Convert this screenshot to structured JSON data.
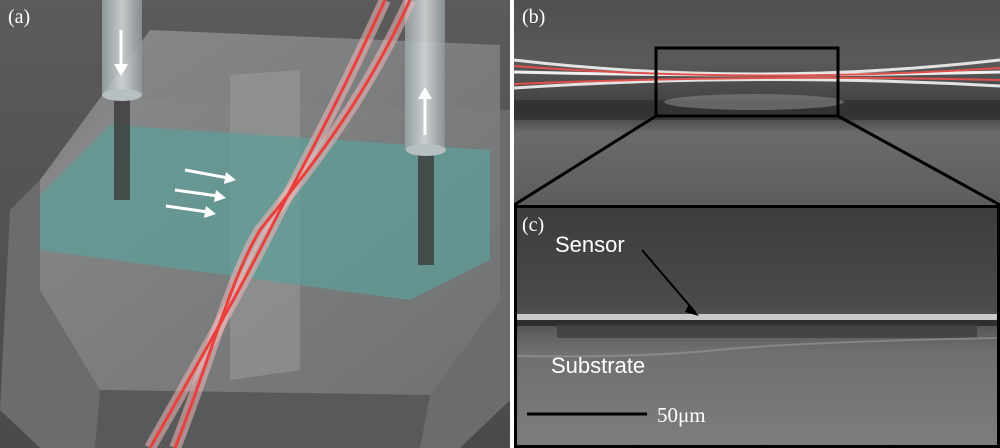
{
  "figure": {
    "panels": [
      {
        "id": "a",
        "label": "(a)"
      },
      {
        "id": "b",
        "label": "(b)"
      },
      {
        "id": "c",
        "label": "(c)"
      }
    ],
    "annotations": {
      "sensor": "Sensor",
      "substrate": "Substrate",
      "scale_bar": "50μm"
    }
  }
}
